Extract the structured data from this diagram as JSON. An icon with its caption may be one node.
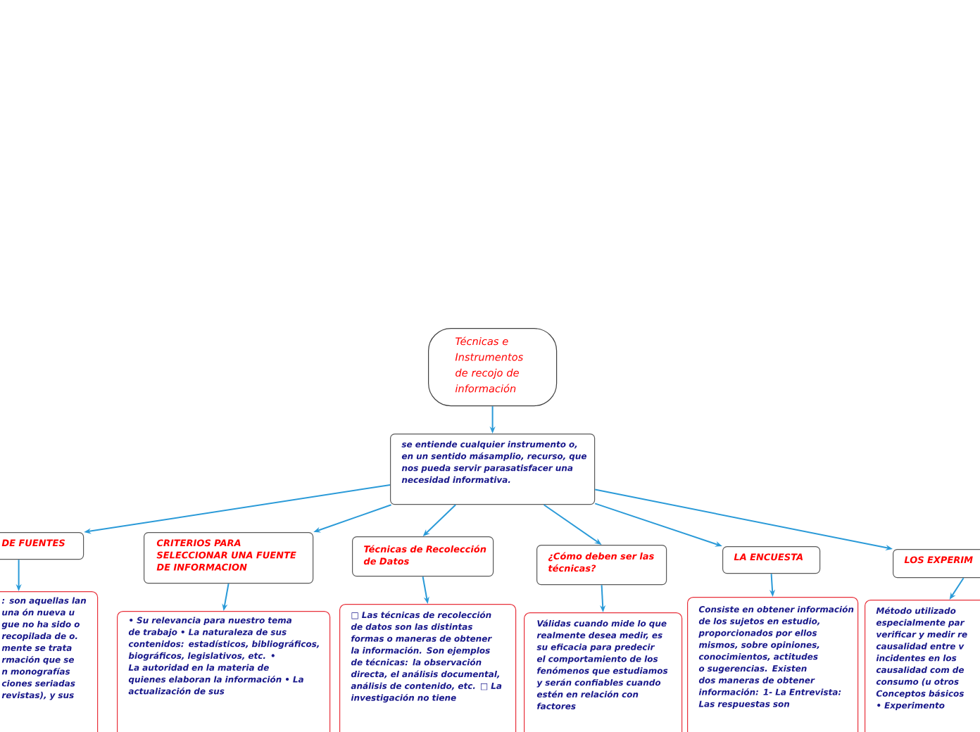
{
  "diagram": {
    "nodes": [
      {
        "text": [
          "Técnicas e Instrumentos de recojo de información"
        ]
      },
      {
        "text": [
          "se entiende cualquier instrumento o, en un sentido másamplio, recurso, que nos pueda servir parasatisfacer una necesidad informativa."
        ]
      },
      {
        "text": [
          "DE FUENTES"
        ]
      },
      {
        "text": [
          ": son aquellas lan una ón nueva u gue no ha sido o recopilada de o. mente se trata rmación que se n monografías ciones seriadas revistas), y sus"
        ]
      },
      {
        "text": [
          "CRITERIOS PARA SELECCIONAR UNA FUENTE DE INFORMACION"
        ]
      },
      {
        "text": [
          "• Su relevancia para nuestro tema de trabajo • La naturaleza de sus contenidos: estadísticos, bibliográficos, biográficos, legislativos, etc. • La autoridad en la materia de quienes elaboran la información • La actualización de sus"
        ]
      },
      {
        "text": [
          "Técnicas de Recolección de Datos"
        ]
      },
      {
        "text": [
          "□ Las técnicas de recolección de datos son las distintas formas o maneras de obtener la información. Son ejemplos de técnicas: la observación directa, el análisis documental, análisis de contenido, etc. □ La investigación no tiene"
        ]
      },
      {
        "text": [
          "¿Cómo deben ser las técnicas?"
        ]
      },
      {
        "text": [
          "Válidas cuando mide lo que realmente desea medir, es su eficacia para predecir el comportamiento de los fenómenos que estudiamos y serán confiables cuando estén en relación con factores"
        ]
      },
      {
        "text": [
          "LA ENCUESTA"
        ]
      },
      {
        "text": [
          "Consiste en obtener información de los sujetos en estudio, proporcionados por ellos mismos, sobre opiniones, conocimientos, actitudes o sugerencias. Existen dos maneras de obtener información: 1- La Entrevista: Las respuestas son"
        ]
      },
      {
        "text": [
          "LOS EXPERIM"
        ]
      },
      {
        "text": [
          "Método utilizado especialmente par verificar y medir re causalidad entre v incidentes en los causalidad com de consumo (u otros Conceptos básicos • Experimento"
        ]
      }
    ],
    "edges": [
      {
        "from": 0,
        "to": 1,
        "arrow": "to"
      },
      {
        "from": 1,
        "to": 2,
        "arrow": "to"
      },
      {
        "from": 1,
        "to": 4,
        "arrow": "to"
      },
      {
        "from": 1,
        "to": 6,
        "arrow": "to"
      },
      {
        "from": 1,
        "to": 8,
        "arrow": "to"
      },
      {
        "from": 1,
        "to": 10,
        "arrow": "to"
      },
      {
        "from": 1,
        "to": 12,
        "arrow": "to"
      },
      {
        "from": 2,
        "to": 3,
        "arrow": "to"
      },
      {
        "from": 4,
        "to": 5,
        "arrow": "to"
      },
      {
        "from": 6,
        "to": 7,
        "arrow": "to"
      },
      {
        "from": 8,
        "to": 9,
        "arrow": "to"
      },
      {
        "from": 10,
        "to": 11,
        "arrow": "to"
      },
      {
        "from": 12,
        "to": 13,
        "arrow": "to"
      }
    ]
  }
}
